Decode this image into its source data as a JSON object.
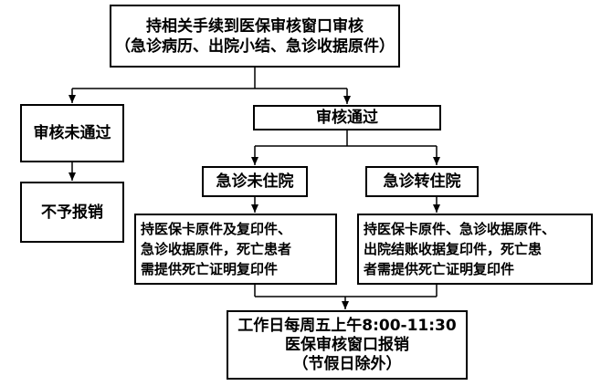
{
  "diagram": {
    "title": "医保审核窗口报销流程",
    "nodes": {
      "start": {
        "lines": [
          "持相关手续到医保审核窗口审核",
          "（急诊病历、出院小结、急诊收据原件）"
        ]
      },
      "fail": {
        "lines": [
          "审核未通过"
        ]
      },
      "reject": {
        "lines": [
          "不予报销"
        ]
      },
      "pass": {
        "lines": [
          "审核通过"
        ]
      },
      "not_admitted": {
        "lines": [
          "急诊未住院"
        ]
      },
      "admitted": {
        "lines": [
          "急诊转住院"
        ]
      },
      "docs_not_admitted": {
        "lines": [
          "持医保卡原件及复印件、",
          "急诊收据原件，死亡患者",
          "需提供死亡证明复印件"
        ]
      },
      "docs_admitted": {
        "lines": [
          "持医保卡原件、急诊收据原件、",
          "出院结账收据复印件，死亡患",
          "者需提供死亡证明复印件"
        ]
      },
      "end": {
        "lines": [
          "工作日每周五上午8:00-11:30",
          "医保审核窗口报销",
          "（节假日除外）"
        ]
      }
    },
    "edges": [
      {
        "from": "start",
        "to": "fail"
      },
      {
        "from": "start",
        "to": "pass"
      },
      {
        "from": "fail",
        "to": "reject"
      },
      {
        "from": "pass",
        "to": "not_admitted"
      },
      {
        "from": "pass",
        "to": "admitted"
      },
      {
        "from": "not_admitted",
        "to": "docs_not_admitted"
      },
      {
        "from": "admitted",
        "to": "docs_admitted"
      },
      {
        "from": "docs_not_admitted",
        "to": "end"
      },
      {
        "from": "docs_admitted",
        "to": "end"
      }
    ]
  }
}
